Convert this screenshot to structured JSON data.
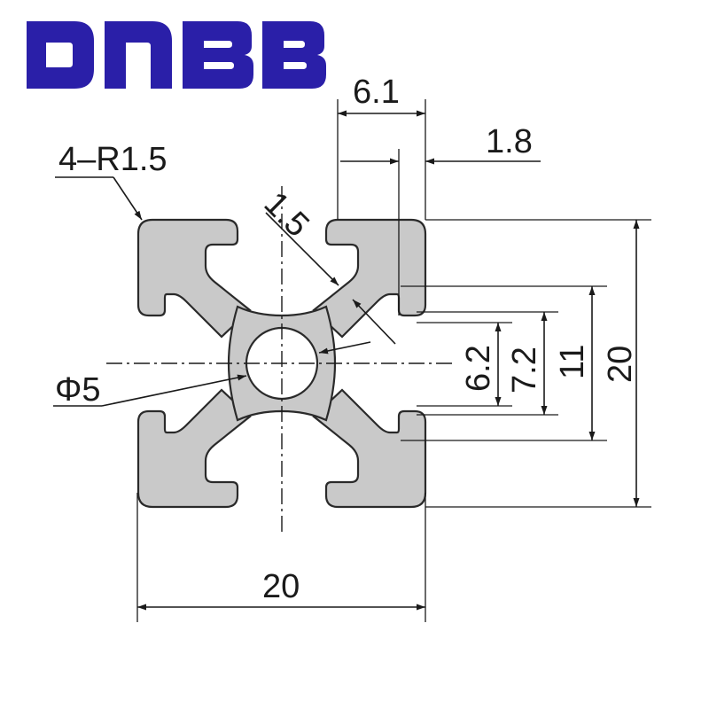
{
  "logo": {
    "text": "DNBB",
    "color": "#2a1fa8"
  },
  "dimensions": {
    "slot_opening": "6.1",
    "lip_thickness": "1.8",
    "corner_radius": "4–R1.5",
    "wall_thickness": "1.5",
    "center_hole": "Φ5",
    "inner_slot": "6.2",
    "slot_width": "7.2",
    "slot_depth": "11",
    "height": "20",
    "width": "20"
  },
  "colors": {
    "profile": "#c9c9c9",
    "outline": "#2a2a2a"
  }
}
